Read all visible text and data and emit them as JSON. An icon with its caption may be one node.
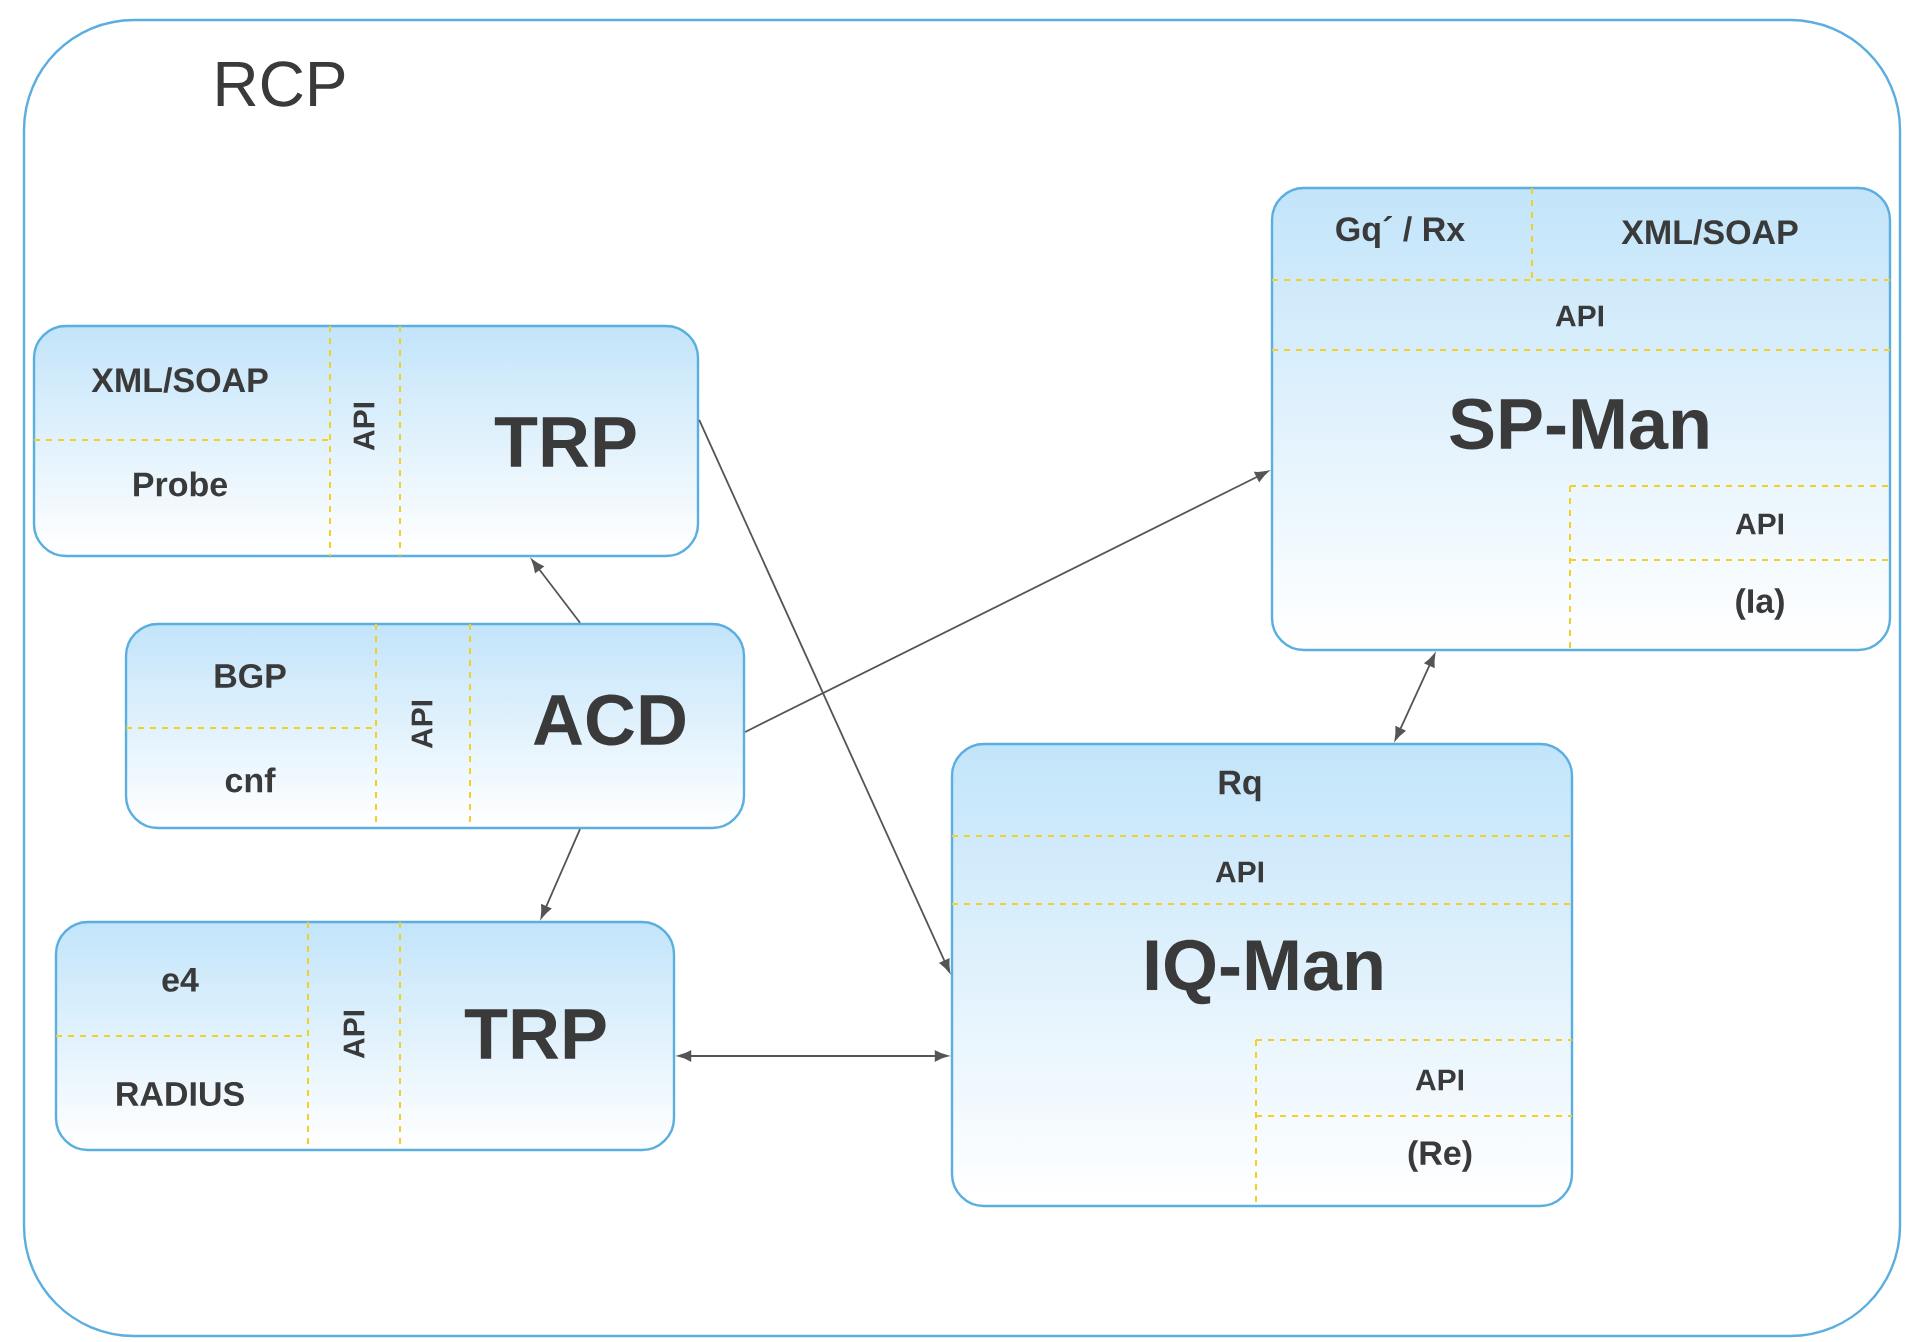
{
  "diagram": {
    "nodes": [
      {
        "text": [
          "RCP"
        ]
      },
      {
        "text": [
          "XML/SOAP",
          "Probe",
          "API",
          "TRP"
        ],
        "in": 0
      },
      {
        "text": [
          "Gq´ / Rx",
          "XML/SOAP",
          "API",
          "SP-Man",
          "API",
          "(Ia)"
        ],
        "in": 0
      },
      {
        "text": [
          "BGP",
          "cnf",
          "API",
          "ACD"
        ],
        "in": 0
      },
      {
        "text": [
          "Rq",
          "API",
          "IQ-Man",
          "API",
          "(Re)"
        ],
        "in": 0
      },
      {
        "text": [
          "e4",
          "RADIUS",
          "API",
          "TRP"
        ],
        "in": 0
      }
    ],
    "edges": [
      {
        "from": 3,
        "to": 1,
        "arrow": "to"
      },
      {
        "from": 3,
        "to": 2,
        "arrow": "to"
      },
      {
        "from": 3,
        "to": 5,
        "arrow": "to"
      },
      {
        "from": 1,
        "to": 4,
        "arrow": "to"
      },
      {
        "from": 2,
        "to": 4,
        "arrow": "both"
      },
      {
        "from": 5,
        "to": 4,
        "arrow": "both"
      }
    ]
  }
}
